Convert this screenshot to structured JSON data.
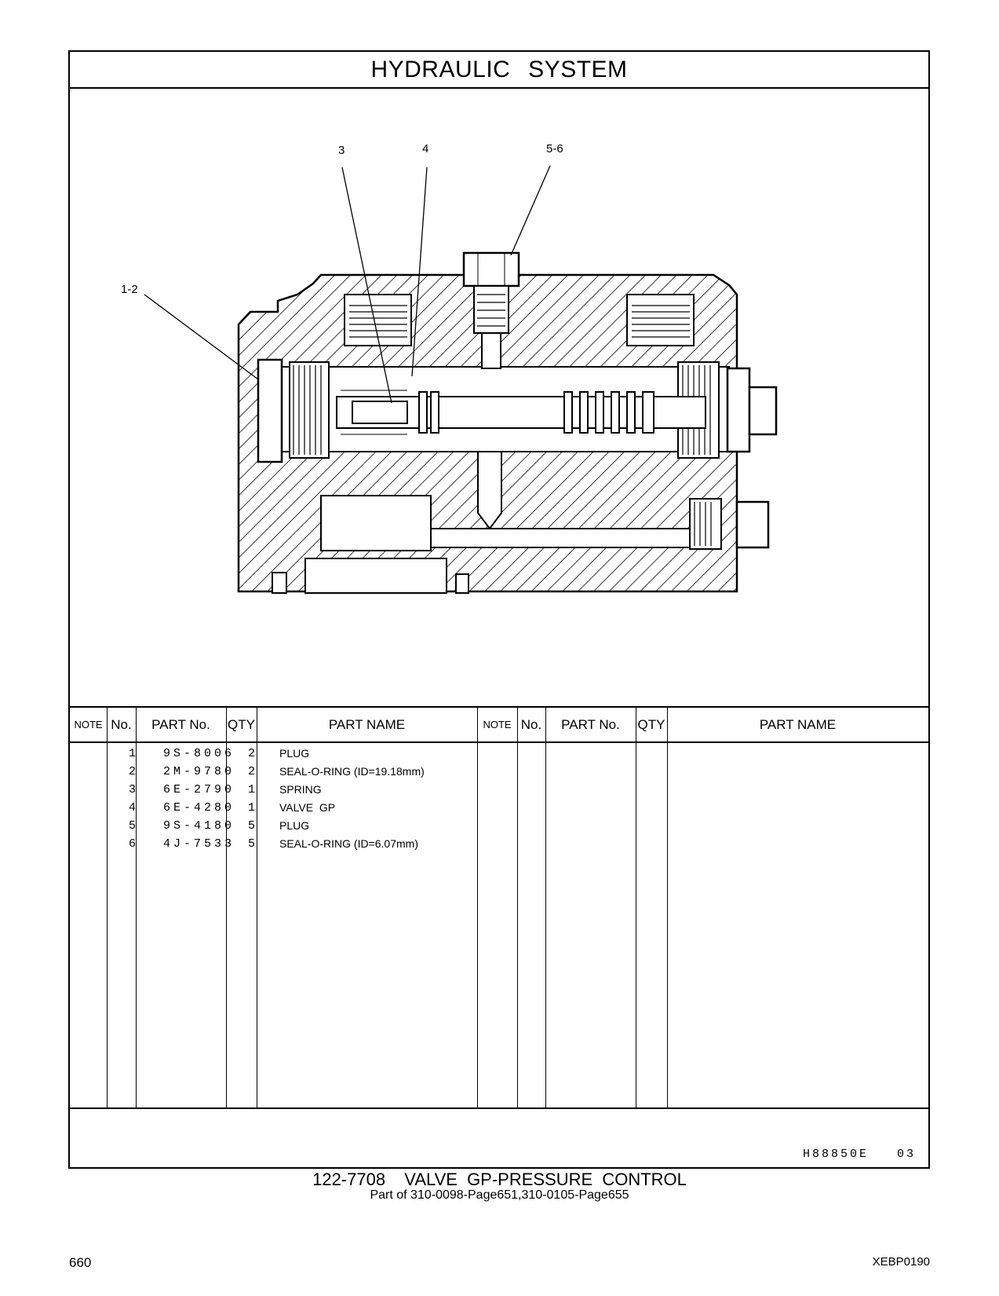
{
  "section_title": "HYDRAULIC SYSTEM",
  "callouts": {
    "c1": "1-2",
    "c2": "3",
    "c3": "4",
    "c4": "5-6"
  },
  "table": {
    "headers_left": {
      "note": "NOTE",
      "no": "No.",
      "part_no": "PART No.",
      "qty": "QTY",
      "part_name": "PART NAME"
    },
    "headers_right": {
      "note": "NOTE",
      "no": "No.",
      "part_no": "PART No.",
      "qty": "QTY",
      "part_name": "PART NAME"
    },
    "rows": [
      {
        "no": "1",
        "part_no": "9S-8006",
        "qty": "2",
        "name": "PLUG"
      },
      {
        "no": "2",
        "part_no": "2M-9780",
        "qty": "2",
        "name": "SEAL-O-RING (ID=19.18mm)"
      },
      {
        "no": "3",
        "part_no": "6E-2790",
        "qty": "1",
        "name": "SPRING"
      },
      {
        "no": "4",
        "part_no": "6E-4280",
        "qty": "1",
        "name": "VALVE  GP"
      },
      {
        "no": "5",
        "part_no": "9S-4180",
        "qty": "5",
        "name": "PLUG"
      },
      {
        "no": "6",
        "part_no": "4J-7533",
        "qty": "5",
        "name": "SEAL-O-RING (ID=6.07mm)"
      }
    ]
  },
  "drawing_code": "H88850E   03",
  "caption": {
    "title": "122-7708  VALVE GP-PRESSURE CONTROL",
    "subtitle": "Part of 310-0098-Page651,310-0105-Page655"
  },
  "page_number": "660",
  "document_code": "XEBP0190"
}
